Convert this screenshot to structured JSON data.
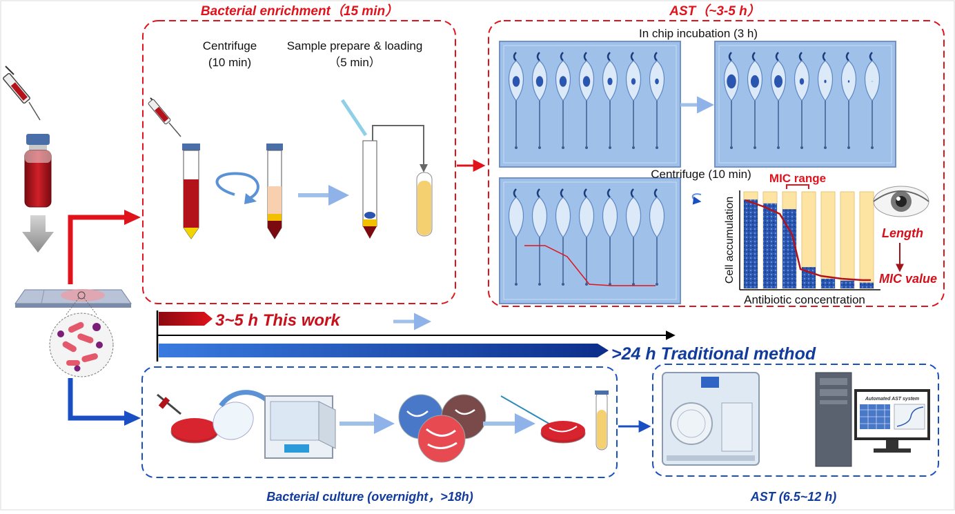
{
  "enrichment": {
    "title": "Bacterial enrichment（15 min）",
    "step1_name": "Centrifuge",
    "step1_time": "(10 min)",
    "step2_name": "Sample prepare & loading",
    "step2_time": "（5 min）"
  },
  "ast_chip": {
    "title": "AST（~3-5 h）",
    "incubation": "In chip incubation (3 h)",
    "centrifuge": "Centrifuge (10 min)",
    "mic_range": "MIC range",
    "length": "Length",
    "mic_value": "MIC value",
    "ylabel": "Cell accumulation",
    "xlabel": "Antibiotic concentration"
  },
  "timeline": {
    "this_work": "3~5 h  This work",
    "traditional": ">24 h Traditional method"
  },
  "traditional": {
    "culture_label": "Bacterial culture (overnight，>18h)",
    "ast_label": "AST (6.5~12 h)",
    "monitor_text": "Automated AST system"
  },
  "colors": {
    "red": "#e0121b",
    "blue": "#1a4fc4",
    "chip_bg": "#9fc0e8",
    "blood": "#b3121b",
    "bar_fill": "#fde4a3"
  }
}
